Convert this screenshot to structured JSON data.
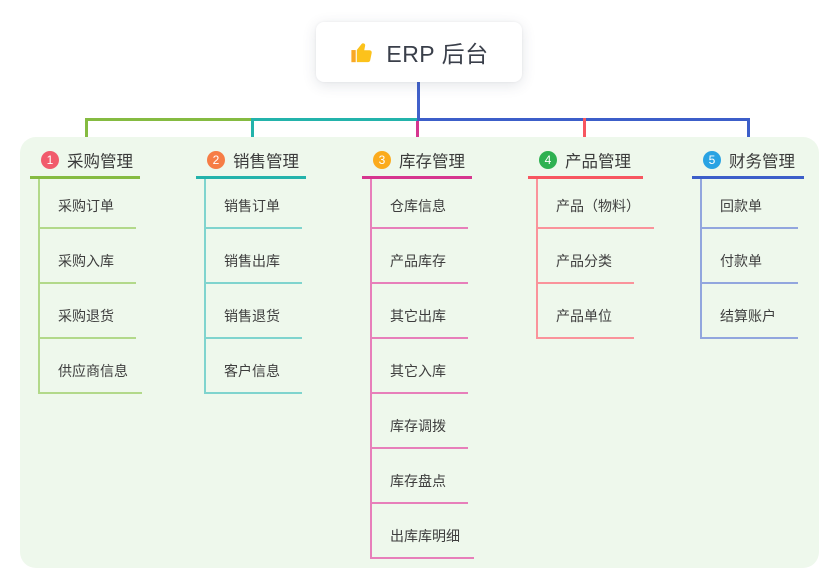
{
  "canvas": {
    "background": "#ffffff",
    "panel_background": "#eef8ec"
  },
  "root": {
    "label": "ERP 后台",
    "icon": "thumbs-up",
    "icon_color": "#fcc21b",
    "line_color": "#4161cb"
  },
  "branches": [
    {
      "num": "1",
      "label": "采购管理",
      "badge_color": "#f15b6c",
      "line_color": "#85bb41",
      "child_line_color": "#b2d98a",
      "children": [
        "采购订单",
        "采购入库",
        "采购退货",
        "供应商信息"
      ]
    },
    {
      "num": "2",
      "label": "销售管理",
      "badge_color": "#f67d45",
      "line_color": "#23b3ab",
      "child_line_color": "#7fd4ce",
      "children": [
        "销售订单",
        "销售出库",
        "销售退货",
        "客户信息"
      ]
    },
    {
      "num": "3",
      "label": "库存管理",
      "badge_color": "#fbab1d",
      "line_color": "#d6368f",
      "child_line_color": "#e77fba",
      "children": [
        "仓库信息",
        "产品库存",
        "其它出库",
        "其它入库",
        "库存调拨",
        "库存盘点",
        "出库库明细"
      ]
    },
    {
      "num": "4",
      "label": "产品管理",
      "badge_color": "#2eb151",
      "line_color": "#f75660",
      "child_line_color": "#fa939b",
      "children": [
        "产品（物料）",
        "产品分类",
        "产品单位"
      ]
    },
    {
      "num": "5",
      "label": "财务管理",
      "badge_color": "#29a3e3",
      "line_color": "#3c5ec9",
      "child_line_color": "#92a6de",
      "children": [
        "回款单",
        "付款单",
        "结算账户"
      ]
    }
  ]
}
